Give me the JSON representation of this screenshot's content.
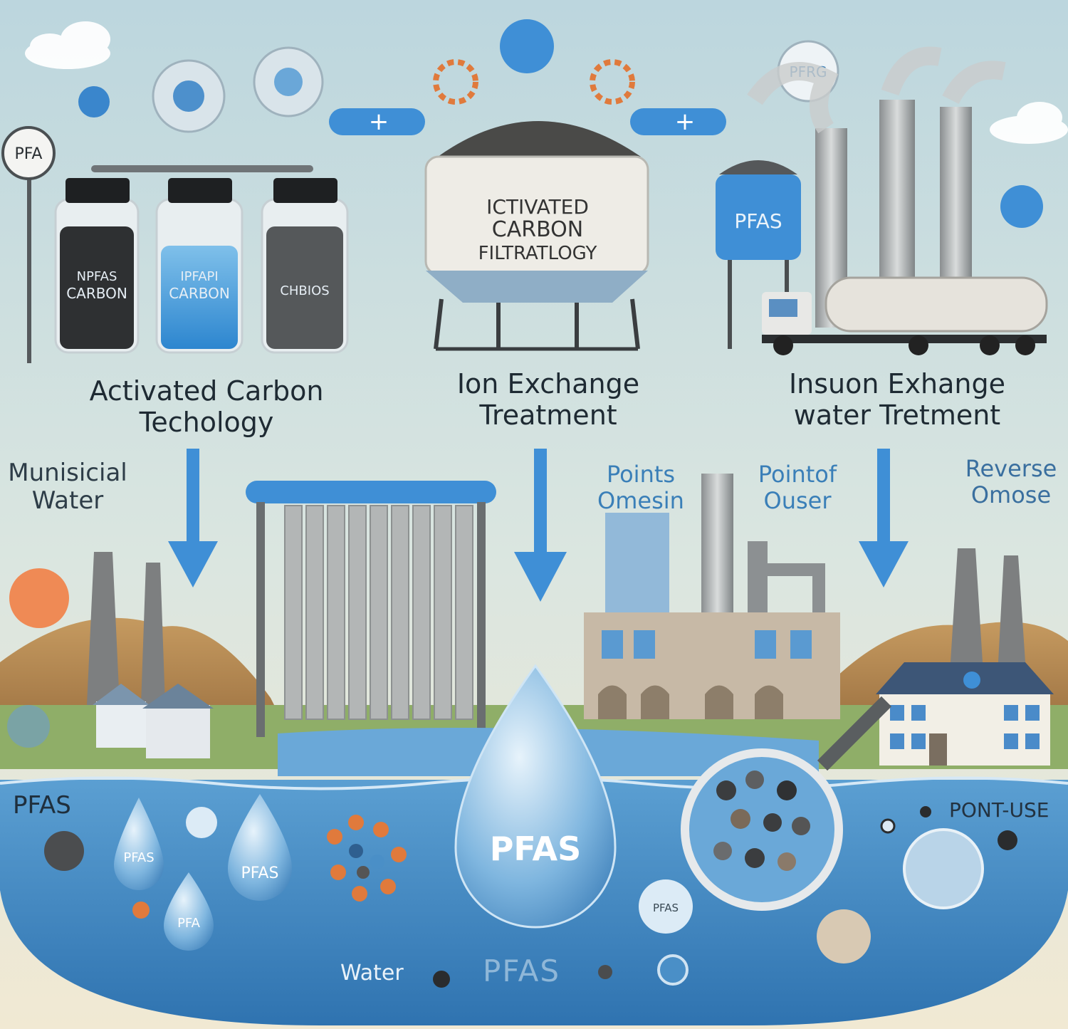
{
  "top": {
    "pfas_sign": "PFA",
    "pfrg_badge": "PFRG",
    "tank_label": [
      "ICTIVATED",
      "CARBON",
      "FILTRATLOGY"
    ],
    "silo_label": "PFAS",
    "jars": [
      {
        "line1": "NPFAS",
        "line2": "CARBON"
      },
      {
        "line1": "IPFAPI",
        "line2": "CARBON"
      },
      {
        "line1": "CHBIOS",
        "line2": ""
      }
    ],
    "plus": "+"
  },
  "titles": {
    "left": [
      "Activated Carbon",
      "Techology"
    ],
    "middle": [
      "Ion Exchange",
      "Treatment"
    ],
    "right": [
      "Insuon Exhange",
      "water Tretment"
    ]
  },
  "side_labels": {
    "municipal": [
      "Munisicial",
      "Water"
    ],
    "point_left": [
      "Points",
      "Omesin"
    ],
    "point_right": [
      "Pointof",
      "Ouser"
    ],
    "reverse": [
      "Reverse",
      "Omose"
    ]
  },
  "bottom": {
    "pfas_left": "PFAS",
    "pont_use": "PONT-USE",
    "big_drop": "PFAS",
    "drops": [
      "PFAS",
      "PFAS",
      "PFA"
    ],
    "bubble": "PFAS",
    "water_caption": "Water",
    "pfas_caption": "PFAS"
  },
  "colors": {
    "sky": "#c9dde3",
    "water": "#4a8fc7",
    "arrow": "#3f8fd6",
    "accent_orange": "#e07a3c"
  }
}
